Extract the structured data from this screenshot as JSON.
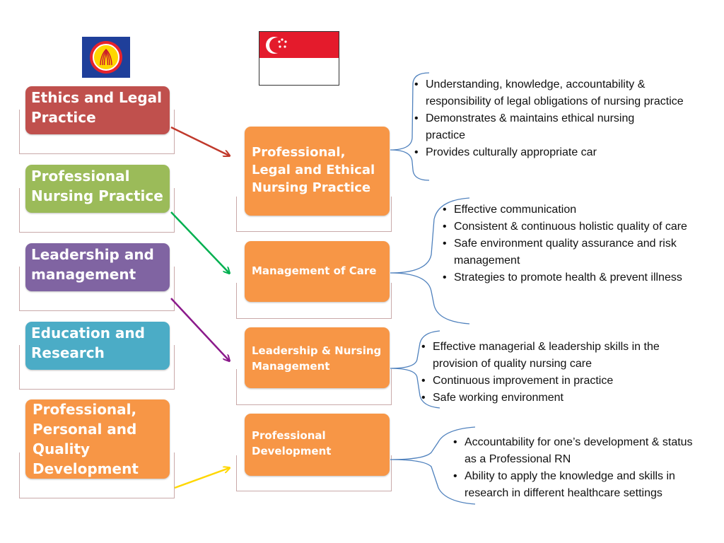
{
  "colors": {
    "red": "#C0504D",
    "green": "#9BBB59",
    "purple": "#8064A2",
    "teal": "#4BACC6",
    "orange": "#F79646",
    "brace": "#4F81BD"
  },
  "flags": {
    "asean": {
      "icon": "asean-emblem-icon"
    },
    "singapore": {
      "icon": "singapore-flag-icon"
    }
  },
  "left_boxes": [
    {
      "label": "Ethics and Legal Practice"
    },
    {
      "label": "Professional Nursing Practice"
    },
    {
      "label": "Leadership and management"
    },
    {
      "label": "Education and Research"
    },
    {
      "label": "Professional, Personal and Quality Development"
    }
  ],
  "right_boxes": [
    {
      "label": "Professional, Legal and Ethical Nursing Practice"
    },
    {
      "label": "Management of Care"
    },
    {
      "label": "Leadership & Nursing Management"
    },
    {
      "label": "Professional Development"
    }
  ],
  "details": [
    {
      "items": [
        "Understanding, knowledge, accountability & responsibility of legal obligations of nursing practice",
        "Demonstrates & maintains ethical nursing practice",
        "Provides culturally appropriate car"
      ]
    },
    {
      "items": [
        "Effective communication",
        "Consistent & continuous holistic quality of care",
        "Safe environment quality assurance and risk management",
        "Strategies to promote health & prevent illness"
      ]
    },
    {
      "items": [
        "Effective managerial & leadership skills in the provision of quality nursing care",
        "Continuous improvement in practice",
        "Safe working environment"
      ]
    },
    {
      "items": [
        "Accountability for one’s development & status as a Professional RN",
        "Ability to apply the knowledge and skills in research in different healthcare settings"
      ]
    }
  ]
}
